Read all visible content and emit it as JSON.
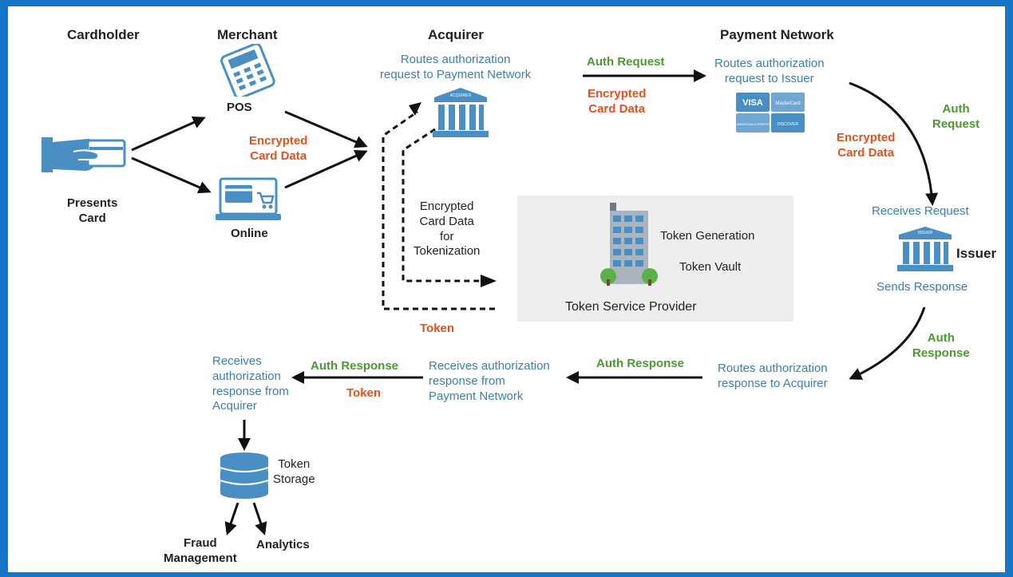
{
  "headers": {
    "cardholder": "Cardholder",
    "merchant": "Merchant",
    "acquirer": "Acquirer",
    "payment_network": "Payment Network"
  },
  "cardholder": {
    "presents_card": "Presents\nCard"
  },
  "merchant": {
    "pos": "POS",
    "online": "Online",
    "encrypted_card_data": "Encrypted\nCard Data"
  },
  "acquirer": {
    "routes_request": "Routes authorization\nrequest to Payment Network",
    "bank_label": "ACQUIRER",
    "encrypted_for_tokenization": "Encrypted\nCard Data\nfor\nTokenization",
    "token": "Token"
  },
  "acquirer_to_network": {
    "auth_request": "Auth Request",
    "encrypted_card_data": "Encrypted\nCard Data"
  },
  "payment_network": {
    "routes_request": "Routes authorization\nrequest to Issuer",
    "card_brands": [
      "VISA",
      "MasterCard",
      "AMERICAN EXPRESS",
      "DISCOVER"
    ]
  },
  "network_to_issuer": {
    "auth_request": "Auth\nRequest",
    "encrypted_card_data": "Encrypted\nCard Data"
  },
  "issuer": {
    "receives_request": "Receives Request",
    "label": "Issuer",
    "bank_label": "ISSUER",
    "sends_response": "Sends Response"
  },
  "issuer_to_network": {
    "auth_response": "Auth\nResponse"
  },
  "token_service_provider": {
    "title": "Token Service Provider",
    "token_generation": "Token Generation",
    "token_vault": "Token Vault"
  },
  "response_path": {
    "network_routes_response": "Routes authorization\nresponse to Acquirer",
    "auth_response_1": "Auth Response",
    "acquirer_receives": "Receives authorization\nresponse from\nPayment Network",
    "auth_response_2": "Auth Response",
    "token": "Token",
    "merchant_receives": "Receives\nauthorization\nresponse from\nAcquirer"
  },
  "storage": {
    "token_storage": "Token\nStorage",
    "fraud_management": "Fraud\nManagement",
    "analytics": "Analytics"
  },
  "colors": {
    "frame": "#1677c8",
    "blue_text": "#3a7fb0",
    "orange_text": "#e0531f",
    "green_text": "#4a9a30",
    "icon_blue": "#4a8fc4"
  }
}
